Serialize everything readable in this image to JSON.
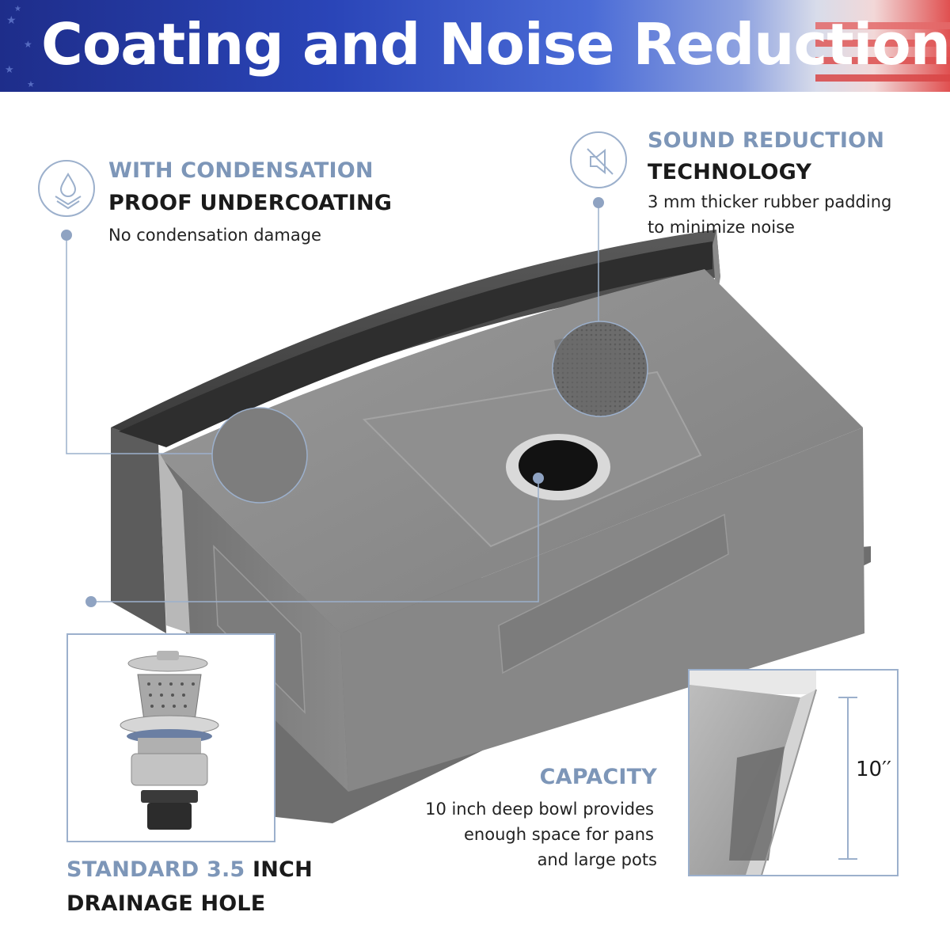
{
  "header": {
    "title": "Coating and Noise Reduction"
  },
  "condensation": {
    "heading_accent": "WITH CONDENSATION",
    "heading_dark": "PROOF UNDERCOATING",
    "description": "No condensation damage",
    "icon": "water-drop-shield-icon"
  },
  "sound": {
    "heading_accent": "SOUND REDUCTION",
    "heading_dark": "TECHNOLOGY",
    "description_line1": "3 mm thicker rubber padding",
    "description_line2": "to minimize noise",
    "icon": "muted-speaker-icon"
  },
  "drain": {
    "heading_accent": "STANDARD 3.5",
    "heading_dark_inline": " INCH",
    "heading_dark_line2": "DRAINAGE HOLE",
    "icon": "strainer-basket-image"
  },
  "capacity": {
    "heading_accent": "CAPACITY",
    "line1": "10 inch deep bowl provides",
    "line2": "enough space for pans",
    "line3": "and large pots",
    "depth_label": "10′′"
  },
  "colors": {
    "accent": "#7d96b8",
    "text_dark": "#1a1a1a",
    "banner_blue": "#2a45b8",
    "banner_red": "#e05050",
    "sink_gray": "#8a8a8a",
    "callout_line": "#9cb0cc"
  }
}
